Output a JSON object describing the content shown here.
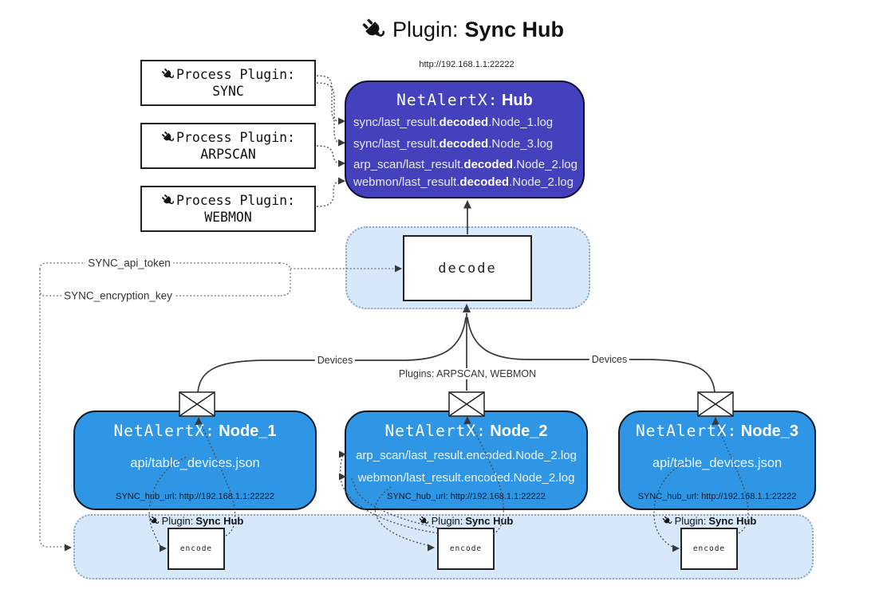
{
  "title": {
    "prefix": "Plugin:",
    "name": "Sync Hub"
  },
  "process_plugins": {
    "label": "Process Plugin:",
    "items": [
      {
        "name": "SYNC"
      },
      {
        "name": "ARPSCAN"
      },
      {
        "name": "WEBMON"
      }
    ]
  },
  "hub": {
    "url": "http://192.168.1.1:22222",
    "title_prefix": "NetAlertX:",
    "title_name": "Hub",
    "lines": [
      {
        "pre": "sync/last_result.",
        "bold": "decoded",
        "post": ".Node_1.log"
      },
      {
        "pre": "sync/last_result.",
        "bold": "decoded",
        "post": ".Node_3.log"
      },
      {
        "pre": "arp_scan/last_result.",
        "bold": "decoded",
        "post": ".Node_2.log"
      },
      {
        "pre": "webmon/last_result.",
        "bold": "decoded",
        "post": ".Node_2.log"
      }
    ]
  },
  "decode": {
    "label": "decode"
  },
  "config": {
    "api_token": "SYNC_api_token",
    "encryption_key": "SYNC_encryption_key"
  },
  "edges": {
    "devices_left": "Devices",
    "devices_right": "Devices",
    "plugins_middle": "Plugins: ARPSCAN, WEBMON"
  },
  "nodes": [
    {
      "title_prefix": "NetAlertX:",
      "title_name": "Node_1",
      "lines": [
        "api/table_devices.json"
      ],
      "footer": "SYNC_hub_url: http://192.168.1.1:22222"
    },
    {
      "title_prefix": "NetAlertX:",
      "title_name": "Node_2",
      "lines": [
        "arp_scan/last_result.encoded.Node_2.log",
        "webmon/last_result.encoded.Node_2.log"
      ],
      "footer": "SYNC_hub_url: http://192.168.1.1:22222"
    },
    {
      "title_prefix": "NetAlertX:",
      "title_name": "Node_3",
      "lines": [
        "api/table_devices.json"
      ],
      "footer": "SYNC_hub_url: http://192.168.1.1:22222"
    }
  ],
  "sync_band": {
    "label_prefix": "Plugin:",
    "label_name": "Sync Hub",
    "encode_label": "encode"
  },
  "colors": {
    "hub_fill": "#4341bc",
    "node_fill": "#2f95e5",
    "band_fill": "#d6e8fa",
    "band_border": "#8ba6bf",
    "line": "#383838"
  }
}
